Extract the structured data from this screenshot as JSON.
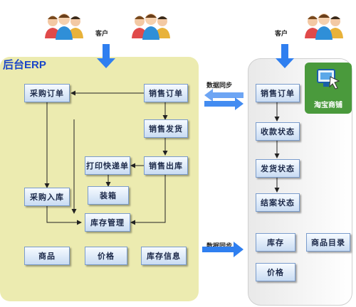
{
  "title": "后台ERP",
  "customer_label": "客户",
  "sync_label": "数据同步",
  "taobao_label": "淘宝商铺",
  "left_nodes": {
    "purchase_order": "采购订单",
    "sales_order": "销售订单",
    "sales_shipping": "销售发货",
    "print_waybill": "打印快递单",
    "sales_outbound": "销售出库",
    "purchase_inbound": "采购入库",
    "packing": "装箱",
    "inventory_mgmt": "库存管理",
    "goods": "商品",
    "price": "价格",
    "inventory_info": "库存信息"
  },
  "right_nodes": {
    "sales_order": "销售订单",
    "payment_status": "收款状态",
    "shipping_status": "发货状态",
    "settlement_status": "结案状态",
    "inventory": "库存",
    "product_catalog": "商品目录",
    "price": "价格"
  },
  "colors": {
    "erp_panel": "#ecebb0",
    "arrow_blue": "#2f7ff0",
    "title_blue": "#1a46c8"
  },
  "icons": [
    "customer-group-icon",
    "taobao-shop-icon"
  ]
}
